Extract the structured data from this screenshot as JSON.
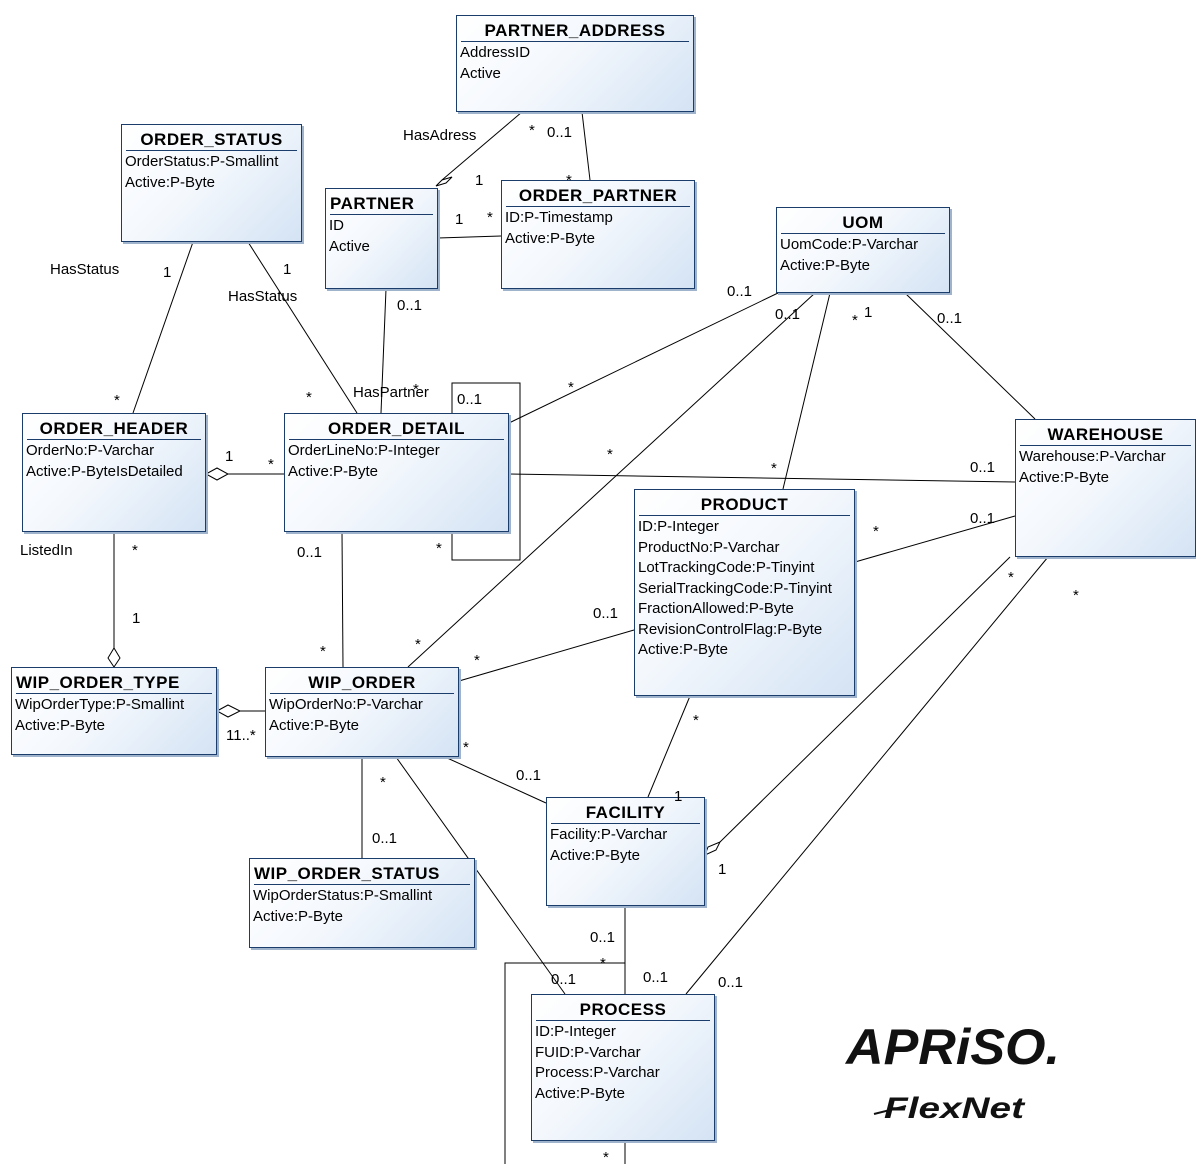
{
  "entities": {
    "partner_address": {
      "name": "PARTNER_ADDRESS",
      "attrs": [
        "AddressID",
        "Active"
      ]
    },
    "order_status": {
      "name": "ORDER_STATUS",
      "attrs": [
        "OrderStatus:P-Smallint",
        "Active:P-Byte"
      ]
    },
    "partner": {
      "name": "PARTNER",
      "attrs": [
        "ID",
        "Active"
      ]
    },
    "order_partner": {
      "name": "ORDER_PARTNER",
      "attrs": [
        "ID:P-Timestamp",
        "Active:P-Byte"
      ]
    },
    "uom": {
      "name": "UOM",
      "attrs": [
        "UomCode:P-Varchar",
        "Active:P-Byte"
      ]
    },
    "order_header": {
      "name": "ORDER_HEADER",
      "attrs": [
        "OrderNo:P-Varchar",
        "Active:P-ByteIsDetailed"
      ]
    },
    "order_detail": {
      "name": "ORDER_DETAIL",
      "attrs": [
        "OrderLineNo:P-Integer",
        "Active:P-Byte"
      ]
    },
    "warehouse": {
      "name": "WAREHOUSE",
      "attrs": [
        "Warehouse:P-Varchar",
        "Active:P-Byte"
      ]
    },
    "product": {
      "name": "PRODUCT",
      "attrs": [
        "ID:P-Integer",
        "ProductNo:P-Varchar",
        "LotTrackingCode:P-Tinyint",
        "SerialTrackingCode:P-Tinyint",
        "FractionAllowed:P-Byte",
        "RevisionControlFlag:P-Byte",
        "Active:P-Byte"
      ]
    },
    "wip_order_type": {
      "name": "WIP_ORDER_TYPE",
      "attrs": [
        "WipOrderType:P-Smallint",
        "Active:P-Byte"
      ]
    },
    "wip_order": {
      "name": "WIP_ORDER",
      "attrs": [
        "WipOrderNo:P-Varchar",
        "Active:P-Byte"
      ]
    },
    "facility": {
      "name": "FACILITY",
      "attrs": [
        "Facility:P-Varchar",
        "Active:P-Byte"
      ]
    },
    "wip_order_status": {
      "name": "WIP_ORDER_STATUS",
      "attrs": [
        "WipOrderStatus:P-Smallint",
        "Active:P-Byte"
      ]
    },
    "process": {
      "name": "PROCESS",
      "attrs": [
        "ID:P-Integer",
        "FUID:P-Varchar",
        "Process:P-Varchar",
        "Active:P-Byte"
      ]
    }
  },
  "labels": [
    "HasAdress",
    "*",
    "0..1",
    "1",
    "*",
    "1",
    "*",
    "HasStatus",
    "1",
    "1",
    "HasStatus",
    "0..1",
    "HasPartner",
    "*",
    "*",
    "0..1",
    "0..1",
    "0..1",
    "*",
    "1",
    "0..1",
    "*",
    "*",
    "1",
    "*",
    "0..1",
    "*",
    "*",
    "0..1",
    "*",
    "ListedIn",
    "*",
    "1",
    "0..1",
    "*",
    "*",
    "*",
    "0..1",
    "*",
    "*",
    "*",
    "11..*",
    "*",
    "*",
    "0..1",
    "1",
    "*",
    "0..1",
    "1",
    "0..1",
    "*",
    "0..1",
    "0..1",
    "0..1",
    "*"
  ],
  "logo": {
    "brand": "APRiSO.",
    "product": "FlexNet"
  },
  "colors": {
    "border": "#1a3d6b",
    "fill_light": "#ffffff",
    "fill_dark": "#d4e3f4",
    "line": "#000000"
  }
}
